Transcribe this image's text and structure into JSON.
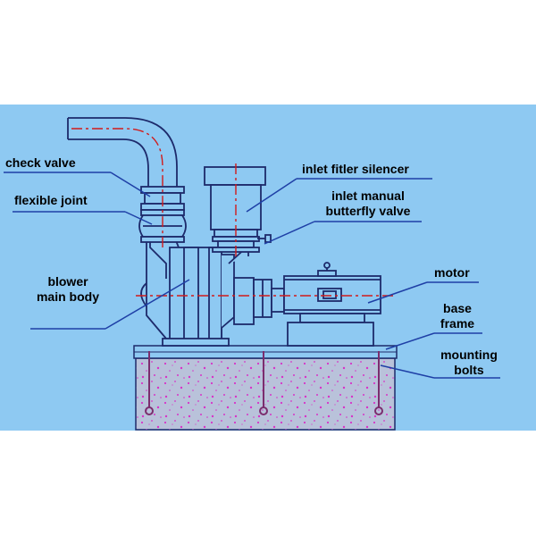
{
  "labels": {
    "check_valve": "check valve",
    "flexible_joint": "flexible joint",
    "blower_main_body": [
      "blower",
      "main body"
    ],
    "inlet_filter_silencer": "inlet fitler silencer",
    "inlet_manual_butterfly_valve": [
      "inlet manual",
      "butterfly valve"
    ],
    "motor": "motor",
    "base_frame": [
      "base",
      "frame"
    ],
    "mounting_bolts": [
      "mounting",
      "bolts"
    ]
  },
  "colors": {
    "background": "#8ec9f2",
    "outline": "#1d2a6b",
    "centerline": "#d11b1b",
    "leader": "#1e3fa6",
    "concrete": "#b9c2da",
    "speckle": "#d633c8",
    "bolt": "#7b2d6e"
  }
}
